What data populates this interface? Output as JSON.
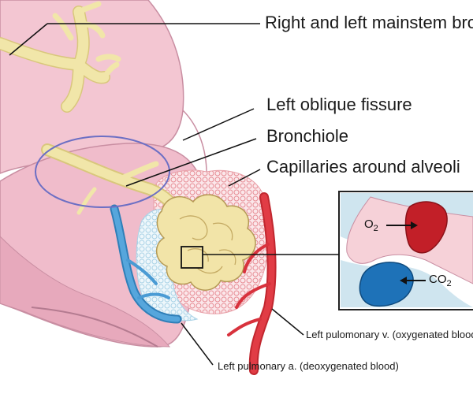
{
  "labels": {
    "mainstem": "Right and left mainstem bronchi",
    "fissure": "Left oblique fissure",
    "bronchiole": "Bronchiole",
    "capillaries": "Capillaries around alveoli",
    "vein": "Left pulomonary v. (oxygenated blood)",
    "artery": "Left pulmonary a. (deoxygenated blood)"
  },
  "inset": {
    "o2": {
      "base": "O",
      "sub": "2"
    },
    "co2": {
      "base": "CO",
      "sub": "2"
    }
  },
  "colors": {
    "lung": "#f3c2cf",
    "lung_shadow": "#d693a8",
    "airway": "#f1e6a9",
    "vein": "#d8323d",
    "artery": "#4a9bd4",
    "capillary_red": "#e78d95",
    "capillary_blue": "#b3d8ea"
  }
}
